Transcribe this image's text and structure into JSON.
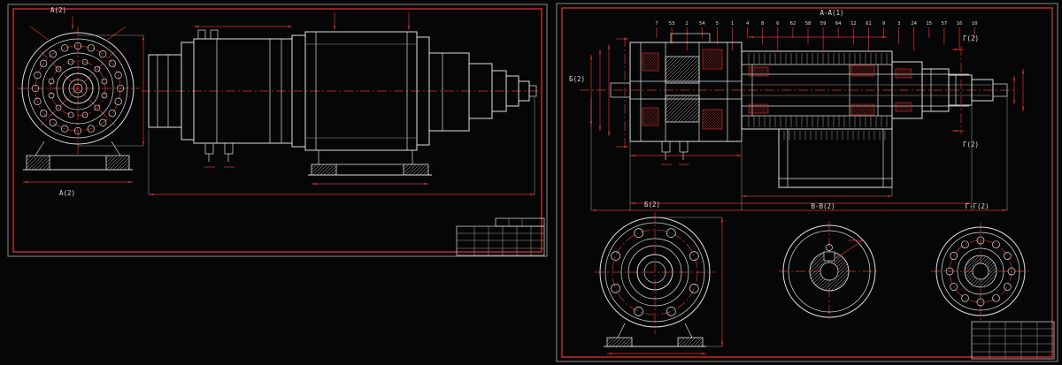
{
  "colors": {
    "background": "#060606",
    "line": "#dfdfdf",
    "line_dim": "#9a9a9a",
    "red": "#d93030"
  },
  "sheet_left": {
    "labels": {
      "section_top": "А(2)",
      "section_bottom": "А(2)"
    }
  },
  "sheet_right": {
    "labels": {
      "section_title": "А-А(1)",
      "cut_b": "Б(2)",
      "cut_g_top": "Г(2)",
      "cut_g_bottom": "Г(2)",
      "view_b": "Б(2)",
      "view_vv": "В-В(2)",
      "view_gg": "Г-Г(2)"
    },
    "callouts_top": [
      "7",
      "53",
      "2",
      "54",
      "5",
      "1",
      "4",
      "8",
      "6",
      "62",
      "58",
      "59",
      "64",
      "12",
      "61",
      "9",
      "3",
      "24",
      "15",
      "57",
      "16",
      "10"
    ]
  }
}
